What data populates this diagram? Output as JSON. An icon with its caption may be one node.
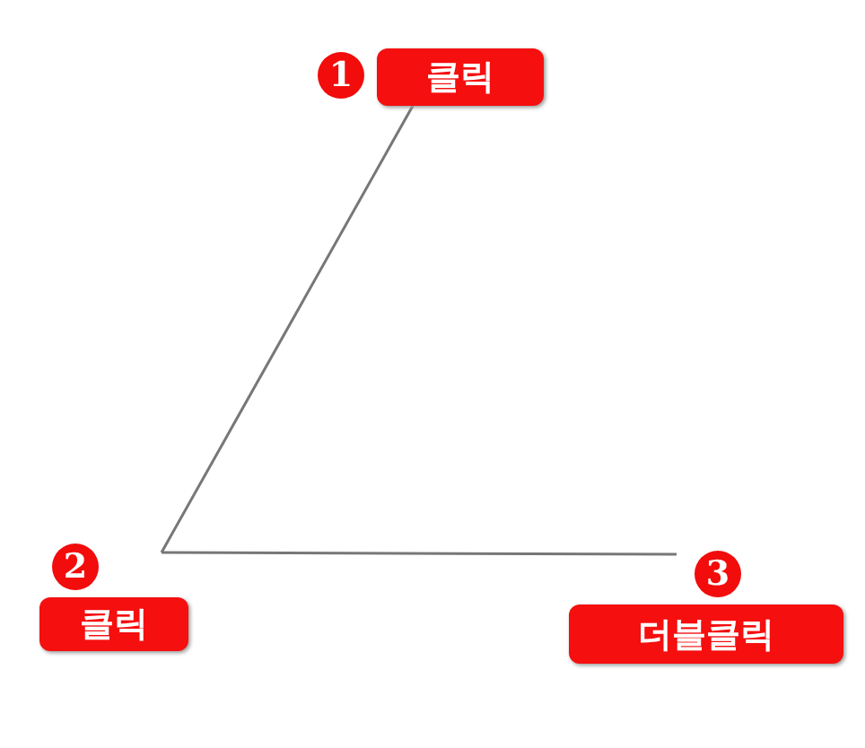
{
  "diagram": {
    "nodes": [
      {
        "text": [
          "클릭"
        ]
      },
      {
        "text": [
          "클릭"
        ]
      },
      {
        "text": [
          "더블클릭"
        ]
      }
    ],
    "edges": [
      {
        "from": 0,
        "to": 1,
        "arrow": "none"
      },
      {
        "from": 1,
        "to": 2,
        "arrow": "none"
      }
    ],
    "labels": [
      "1",
      "2",
      "3"
    ]
  }
}
